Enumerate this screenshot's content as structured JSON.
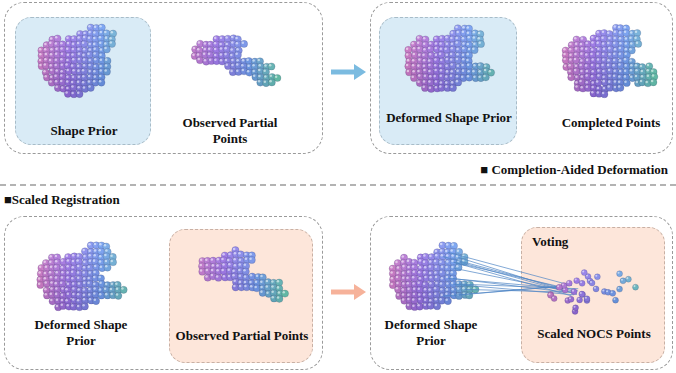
{
  "diagram": {
    "nodes": [
      {
        "text": [
          "Observed Partial Points"
        ]
      },
      {
        "text": [
          "Shape Prior"
        ],
        "in": 0
      },
      {
        "text": [
          "Completed Points"
        ]
      },
      {
        "text": [
          "Deformed Shape Prior"
        ],
        "in": 2
      },
      {
        "text": [
          "Deformed Shape Prior"
        ]
      },
      {
        "text": [
          "Observed Partial Points"
        ],
        "in": 4
      },
      {
        "text": [
          "Deformed Shape Prior"
        ]
      },
      {
        "text": [
          "Voting",
          "Scaled NOCS Points"
        ],
        "in": 6
      }
    ],
    "edges": [
      {
        "from": 0,
        "to": 2,
        "arrow": "to"
      },
      {
        "from": 4,
        "to": 6,
        "arrow": "to"
      }
    ],
    "labels": [
      "■ Completion-Aided Deformation",
      "■Scaled Registration"
    ]
  }
}
